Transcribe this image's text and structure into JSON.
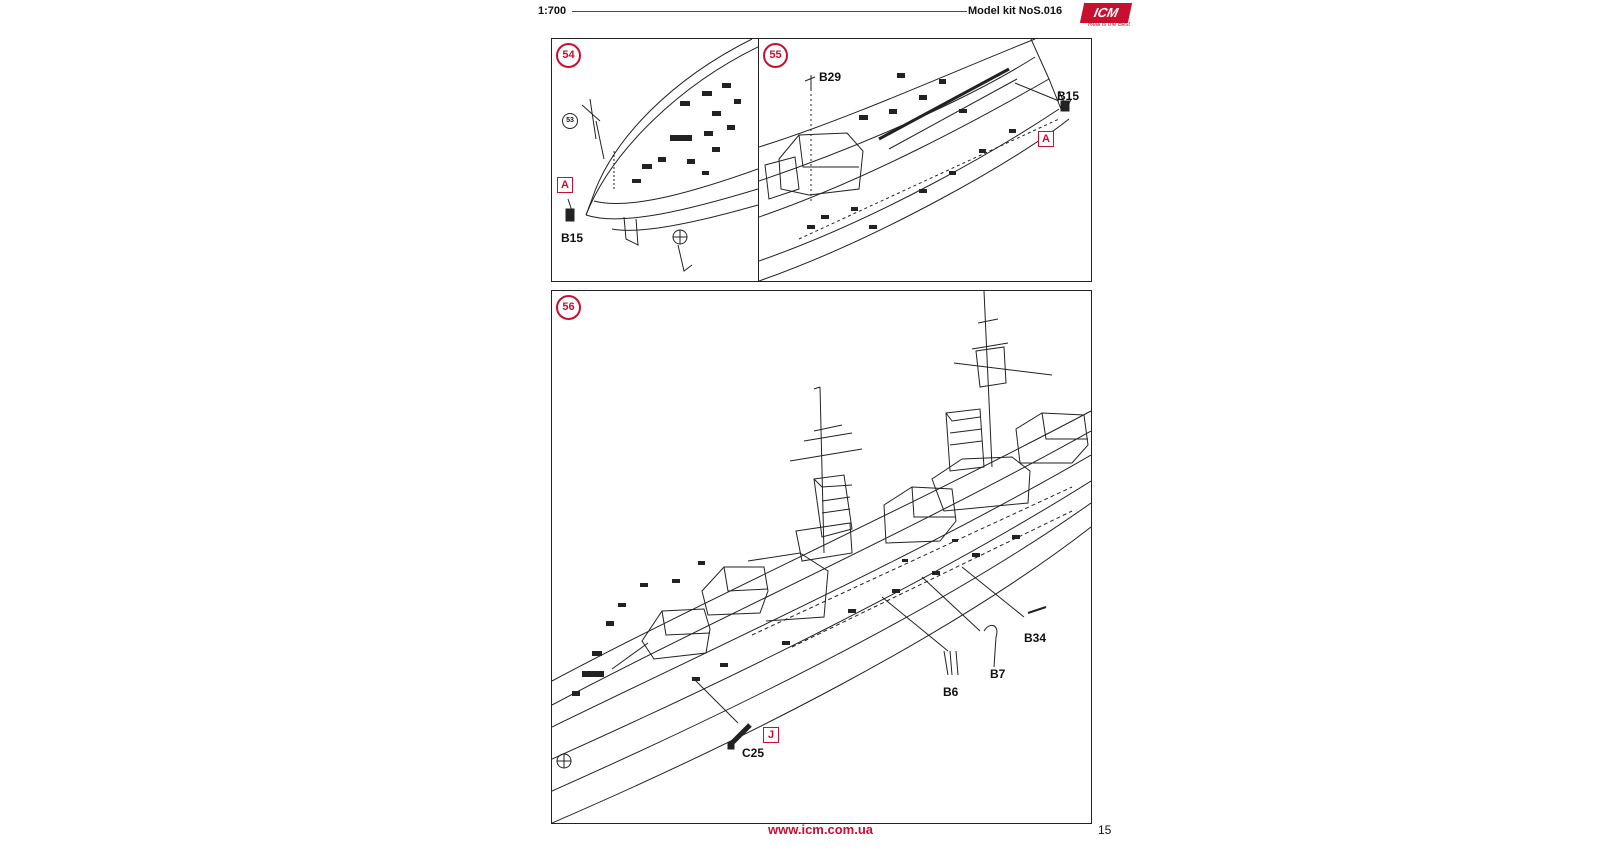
{
  "header": {
    "scale": "1:700",
    "kit": "Model kit NoS.016",
    "logo": "ICM",
    "logo_tagline": "Real is the Best"
  },
  "panels": {
    "p54": {
      "step": "54",
      "ref_step": "53",
      "subassembly": "A",
      "parts": [
        "B15"
      ]
    },
    "p55": {
      "step": "55",
      "subassembly": "A",
      "parts": [
        "B29",
        "B15"
      ]
    },
    "p56": {
      "step": "56",
      "subassembly": "J",
      "parts": [
        "B34",
        "B6",
        "B7",
        "C25"
      ]
    }
  },
  "footer": {
    "url": "www.icm.com.ua",
    "page": "15"
  },
  "colors": {
    "accent_red": "#c8102e",
    "line": "#222222"
  }
}
